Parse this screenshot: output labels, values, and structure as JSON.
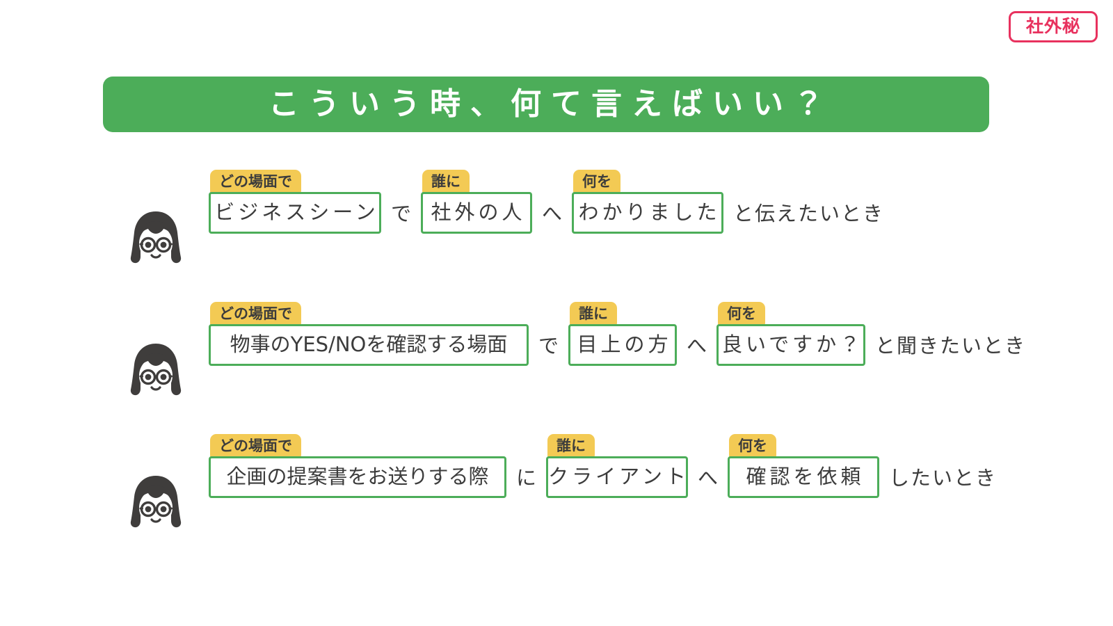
{
  "badge": {
    "label": "社外秘",
    "color": "#e8315e"
  },
  "title": {
    "text": "こういう時、何て言えばいい？",
    "bar_color": "#4cad59",
    "text_color": "#ffffff"
  },
  "theme": {
    "green": "#4cad59",
    "yellow": "#f3ca54",
    "ink": "#3c3c3c",
    "background": "#ffffff"
  },
  "labels": {
    "scene": "どの場面で",
    "who": "誰に",
    "what": "何を"
  },
  "rows": [
    {
      "avatar": "woman-glasses-avatar",
      "scene_label": "どの場面で",
      "scene_value": "ビジネスシーン",
      "connector_1": "で",
      "who_label": "誰に",
      "who_value": "社外の人",
      "connector_2": "へ",
      "what_label": "何を",
      "what_value": "わかりました",
      "tail": "と伝えたいとき"
    },
    {
      "avatar": "woman-glasses-avatar",
      "scene_label": "どの場面で",
      "scene_value": "物事のYES/NOを確認する場面",
      "connector_1": "で",
      "who_label": "誰に",
      "who_value": "目上の方",
      "connector_2": "へ",
      "what_label": "何を",
      "what_value": "良いですか？",
      "tail": "と聞きたいとき"
    },
    {
      "avatar": "woman-glasses-avatar",
      "scene_label": "どの場面で",
      "scene_value": "企画の提案書をお送りする際",
      "connector_1": "に",
      "who_label": "誰に",
      "who_value": "クライアント",
      "connector_2": "へ",
      "what_label": "何を",
      "what_value": "確認を依頼",
      "tail": "したいとき"
    }
  ]
}
